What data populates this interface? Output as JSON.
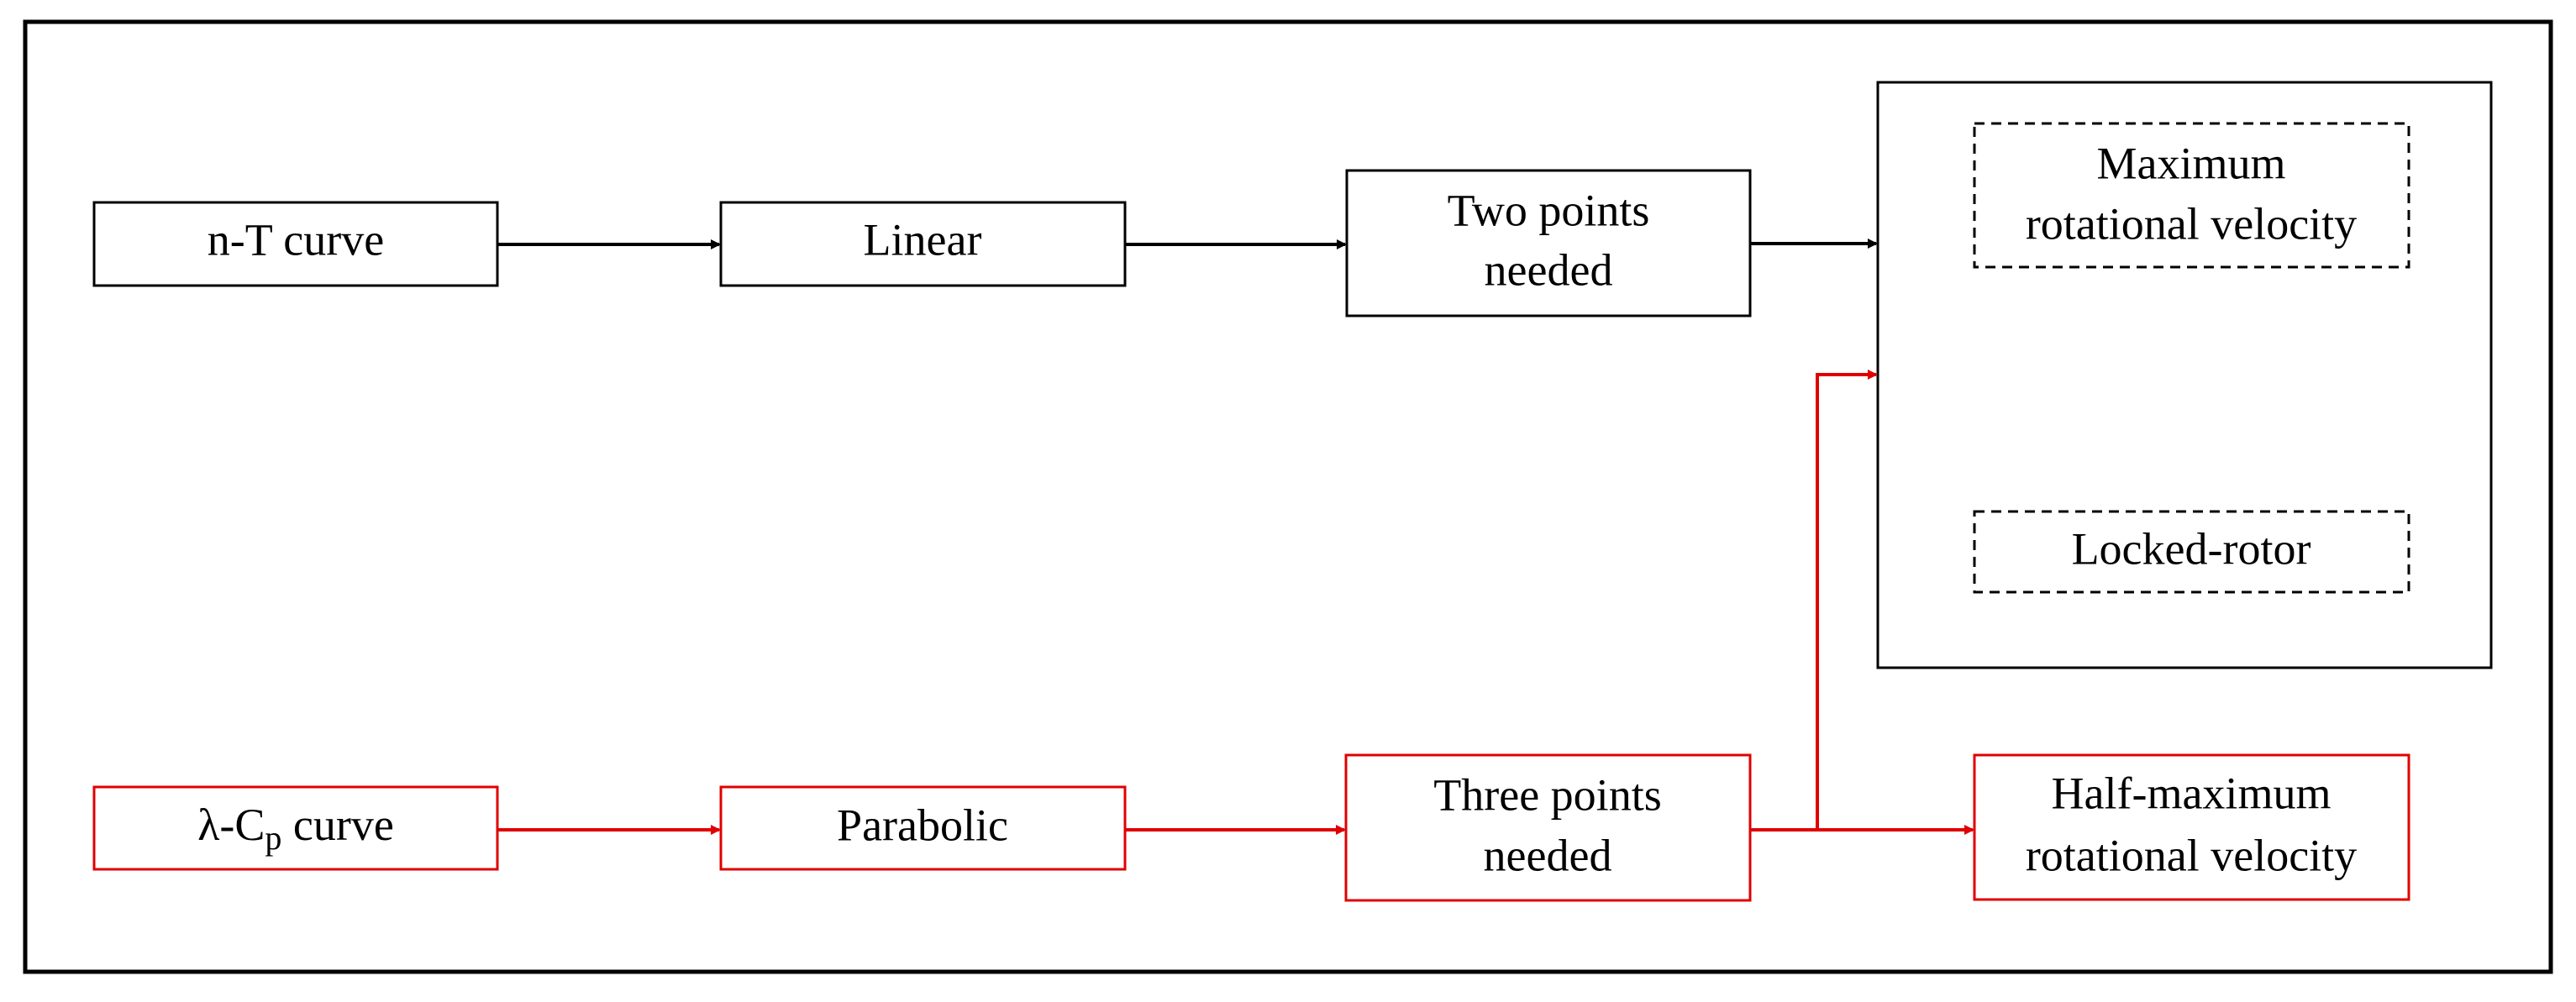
{
  "colors": {
    "black": "#000000",
    "red": "#e00000"
  },
  "nodes": {
    "nt_curve": "n-T curve",
    "linear": "Linear",
    "two_points_line1": "Two points",
    "two_points_line2": "needed",
    "max_velocity_line1": "Maximum",
    "max_velocity_line2": "rotational velocity",
    "locked_rotor": "Locked-rotor",
    "lambda_cp_prefix": "λ-C",
    "lambda_cp_subscript": "p",
    "lambda_cp_suffix": " curve",
    "parabolic": "Parabolic",
    "three_points_line1": "Three points",
    "three_points_line2": "needed",
    "half_max_line1": "Half-maximum",
    "half_max_line2": "rotational velocity"
  }
}
